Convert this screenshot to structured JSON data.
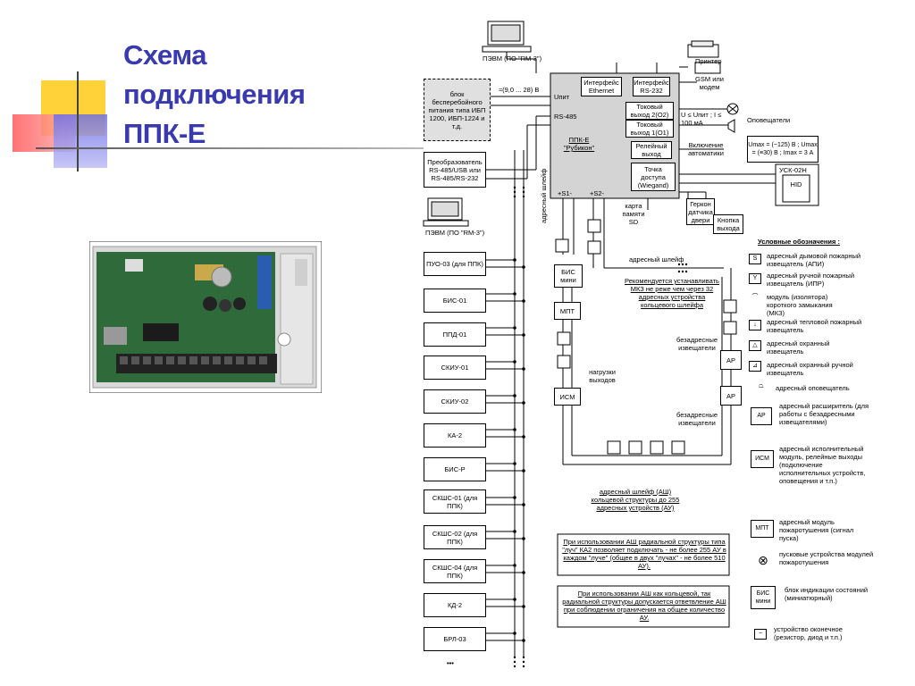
{
  "title": {
    "line1": "Схема",
    "line2": "подключения",
    "line3": "ППК-Е"
  },
  "diagram": {
    "pc_top_label": "ПЭВМ (ПО \"RM-3\")",
    "pc_bottom_label": "ПЭВМ (ПО \"RM-3\")",
    "ups_box": "блок бесперебойного питания типа ИБП 1200, ИБП-1224 и т.д.",
    "voltage": "≈(9,0 ... 28) В",
    "converter": "Преобразователь RS-485/USB или RS-485/RS-232",
    "unit_label": "Uпит",
    "rs485_label": "RS-485",
    "ppk_label": "ППК-Е \"Рубикон\"",
    "iface_ethernet": "Интерфейс Ethernet",
    "iface_rs232": "Интерфейс RS-232",
    "printer": "Принтер",
    "gsm": "GSM или модем",
    "current_out2": "Токовый выход 2(О2)",
    "current_out1": "Токовый выход 1(О1)",
    "current_spec": "U ≤ Uпит ; I ≤ 100 мА",
    "annunciators": "Оповещатели",
    "relay_out": "Релейный выход",
    "auto_on": "Включение автоматики",
    "umax_spec": "Umax = (~125) В ; Umax = (≡30) В ; Imax = 3 А",
    "access_point": "Точка доступа (Wiegand)",
    "usk": "УСК-02Н",
    "hid": "HID",
    "memcard": "карта памяти SD",
    "gerkon": "Геркон датчика двери",
    "button": "Кнопка выхода",
    "s1": "+S1-",
    "s2": "+S2-",
    "addr_loop_vertical": "адресный шлейф",
    "addr_loop_h": "адресный шлейф",
    "recommend_note": "Рекомендуется устанавливать МКЗ не реже чем через 32 адресных устройства кольцевого шлейфа",
    "bis_mini": "БИС мини",
    "mpt": "МПТ",
    "ism": "ИСМ",
    "ar": "АР",
    "loads": "нагрузки выходов",
    "nonaddr1": "безадресные извещатели",
    "nonaddr2": "безадресные извещатели",
    "ring_note": "адресный шлейф (АШ) кольцевой структуры до 255 адресных устройств (АУ)",
    "radial_note": "При использовании АШ радиальной структуры типа \"луч\" КА2 позволяет подключать - не более 255 АУ в каждом \"луче\" (общее в двух \"лучах\" - не более 510 АУ).",
    "ring_branch_note": "При использовании АШ как кольцевой, так радиальной структуры допускается ответвление АШ при соблюдении ограничения на общее количество АУ.",
    "devices": [
      "ПУО-03 (для ППК)",
      "БИС-01",
      "ППД-01",
      "СКИУ-01",
      "СКИУ-02",
      "КА-2",
      "БИС-Р",
      "СКШС-01 (для ППК)",
      "СКШС-02 (для ППК)",
      "СКШС-04 (для ППК)",
      "КД-2",
      "БРЛ-03"
    ],
    "ellipsis": "•••"
  },
  "legend": {
    "heading": "Условные обозначения :",
    "items": [
      {
        "icon": "S",
        "text": "адресный дымовой пожарный извещатель (АПИ)"
      },
      {
        "icon": "Y",
        "text": "адресный ручной пожарный извещатель (ИПР)"
      },
      {
        "icon": "⌒",
        "text": "модуль (изолятора) короткого замыкания (МКЗ)"
      },
      {
        "icon": "↓",
        "text": "адресный тепловой пожарный извещатель"
      },
      {
        "icon": "△",
        "text": "адресный охранный извещатель"
      },
      {
        "icon": "⊿",
        "text": "адресный охранный ручной извещатель"
      },
      {
        "icon": "⏢",
        "text": "адресный оповещатель"
      },
      {
        "icon": "АР",
        "text": "адресный расширитель (для работы с безадресными извещателями)"
      },
      {
        "icon": "ИСМ",
        "text": "адресный исполнительный модуль, релейные выходы (подключение исполнительных устройств, оповещения и т.п.)"
      },
      {
        "icon": "МПТ",
        "text": "адресный модуль пожаротушения (сигнал пуска)"
      },
      {
        "icon": "⊗",
        "text": "пусковые устройства модулей пожаротушения"
      },
      {
        "icon": "БИС мини",
        "text": "блок индикации состояний (миниатюрный)"
      },
      {
        "icon": "−",
        "text": "устройство оконечное (резистор, диод и т.п.)"
      }
    ]
  }
}
